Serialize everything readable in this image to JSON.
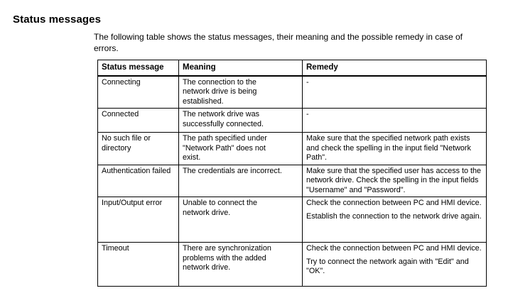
{
  "page": {
    "heading": "Status messages",
    "intro": "The following table shows the status messages, their meaning and the possible remedy in case of errors."
  },
  "table": {
    "headers": [
      "Status message",
      "Meaning",
      "Remedy"
    ],
    "rows": [
      {
        "status": "Connecting",
        "meaning": "The connection to the network drive is being established.",
        "remedy": [
          "-"
        ]
      },
      {
        "status": "Connected",
        "meaning": "The network drive was successfully connected.",
        "remedy": [
          "-"
        ]
      },
      {
        "status": "No such file or directory",
        "meaning": "The path specified under \"Network Path\" does not exist.",
        "remedy": [
          "Make sure that the specified network path exists and check the spelling in the input field \"Network Path\"."
        ]
      },
      {
        "status": "Authentication failed",
        "meaning": "The credentials are incorrect.",
        "remedy": [
          "Make sure that the specified user has access to the network drive. Check the spelling in the input fields \"Username\" and \"Password\"."
        ]
      },
      {
        "status": "Input/Output error",
        "meaning": "Unable to connect the network drive.",
        "remedy": [
          "Check the connection between PC and HMI device.",
          "Establish the connection to the network drive again."
        ]
      },
      {
        "status": "Timeout",
        "meaning": "There are synchronization problems with the added network drive.",
        "remedy": [
          "Check the connection between PC and HMI device.",
          "Try to connect the network again with \"Edit\" and \"OK\"."
        ]
      }
    ]
  }
}
